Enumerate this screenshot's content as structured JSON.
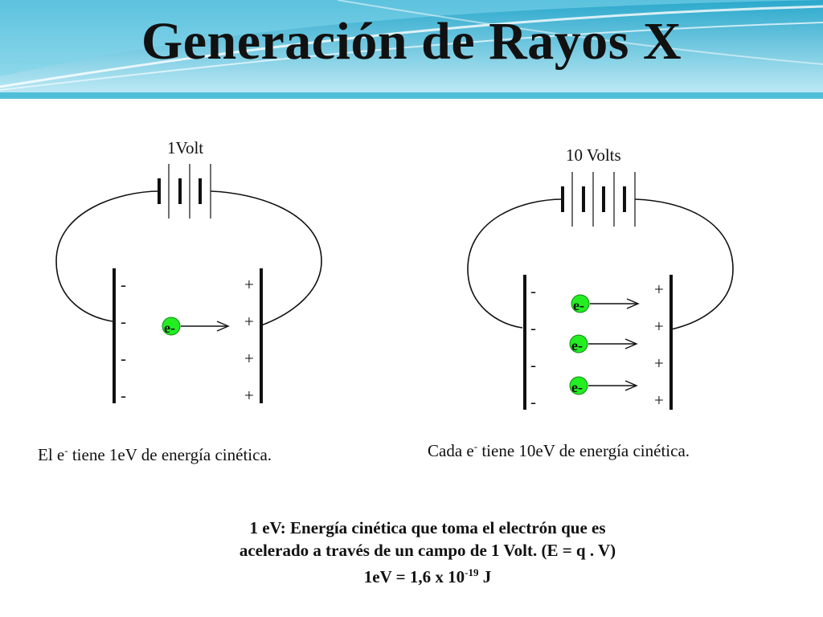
{
  "title": "Generación de Rayos X",
  "colors": {
    "header_band": "#4fbfd9",
    "electron": "#22ee22",
    "ink": "#111111"
  },
  "left_circuit": {
    "voltage_label": "1Volt",
    "negative_signs": [
      "-",
      "-",
      "-",
      "-"
    ],
    "positive_signs": [
      "+",
      "+",
      "+",
      "+"
    ],
    "electron_label": "e-",
    "electron_count": 1,
    "caption": {
      "pre": "El e",
      "sup": "-",
      "post": " tiene 1eV de energía cinética."
    }
  },
  "right_circuit": {
    "voltage_label": "10 Volts",
    "negative_signs": [
      "-",
      "-",
      "-",
      "-"
    ],
    "positive_signs": [
      "+",
      "+",
      "+",
      "+"
    ],
    "electron_labels": [
      "e-",
      "e-",
      "e-"
    ],
    "electron_count": 3,
    "caption": {
      "pre": "Cada e",
      "sup": "-",
      "post": " tiene 10eV de energía cinética."
    }
  },
  "definition": {
    "line1": "1 eV: Energía cinética que toma el electrón que es",
    "line2": "acelerado a través de un campo de 1 Volt. (E = q . V)",
    "line3_pre": "1eV = 1,6 x 10",
    "line3_sup": "-19",
    "line3_post": " J"
  }
}
